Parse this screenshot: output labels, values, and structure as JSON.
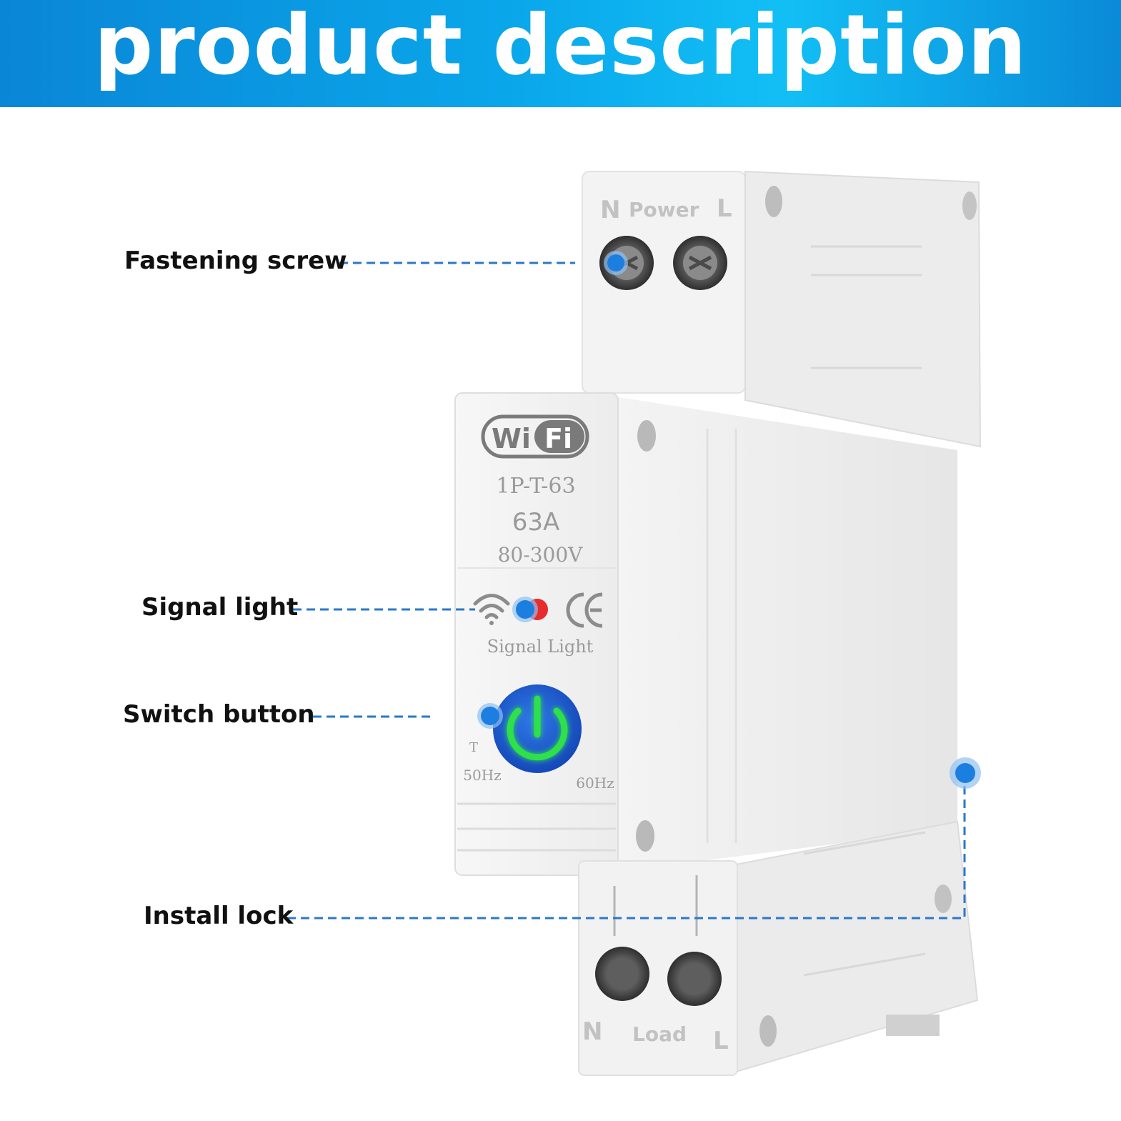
{
  "banner": {
    "title": "product description"
  },
  "callouts": {
    "fastening_screw": "Fastening screw",
    "signal_light": "Signal light",
    "switch_button": "Switch button",
    "install_lock": "Install lock"
  },
  "device": {
    "top_terminal_n": "N",
    "top_terminal_power": "Power",
    "top_terminal_l": "L",
    "wifi_logo_wi": "Wi",
    "wifi_logo_fi": "Fi",
    "model": "1P-T-63",
    "current_rating": "63A",
    "voltage_range": "80-300V",
    "ce_mark": "CE",
    "signal_light_label": "Signal Light",
    "test_label": "T",
    "freq_50": "50Hz",
    "freq_60": "60Hz",
    "bottom_terminal_n": "N",
    "bottom_terminal_load": "Load",
    "bottom_terminal_l": "L"
  },
  "colors": {
    "banner_blue": "#0aa6ea",
    "marker_blue": "#1c7fe0",
    "leader_line": "#2a78c8",
    "power_glow_green": "#2fe04a",
    "button_blue": "#1a5fd6",
    "status_red": "#e82b2b"
  },
  "icons": [
    "wifi-icon",
    "power-icon",
    "ce-mark-icon"
  ]
}
